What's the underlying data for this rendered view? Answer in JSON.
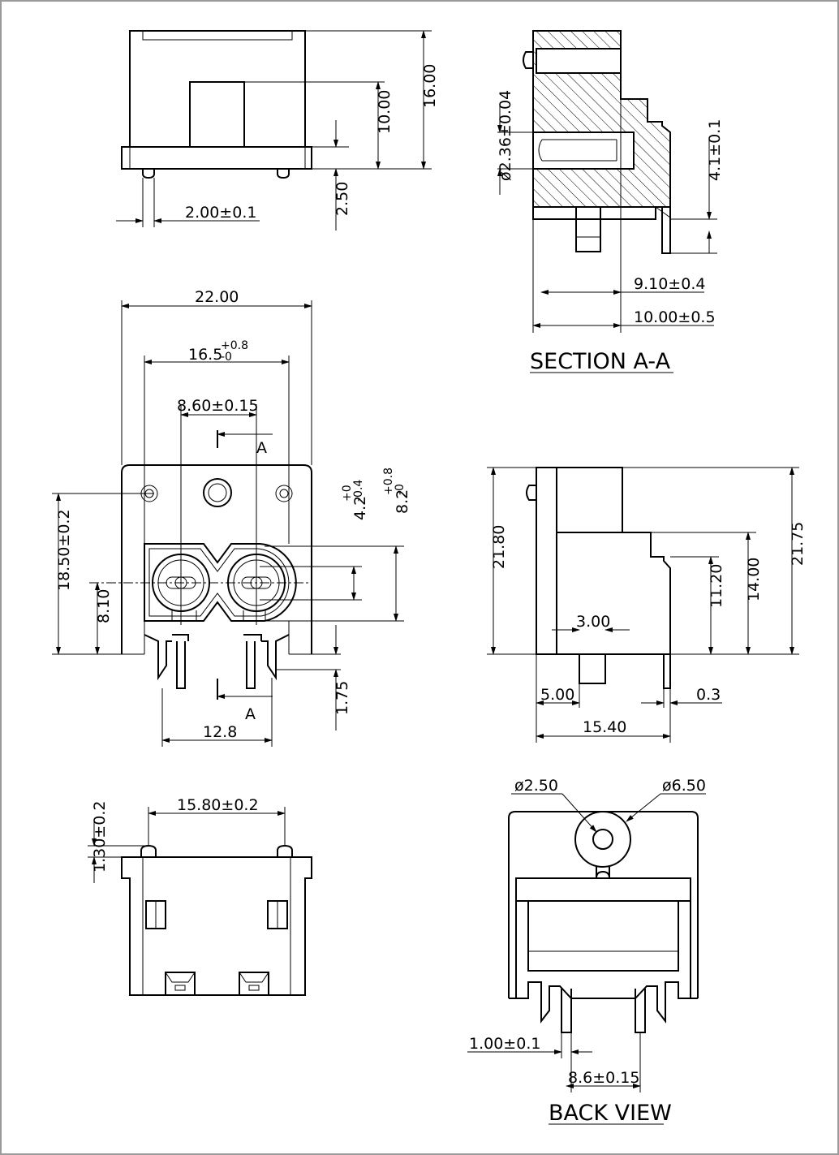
{
  "labels": {
    "top_pin_width": "2.00±0.1",
    "top_height_10": "10.00",
    "top_height_16": "16.00",
    "top_pin_length": "2.50",
    "width_22": "22.00",
    "width_16_5_base": "16.5",
    "width_16_5_tol_upper": "+0.8",
    "width_16_5_tol_lower": "-0",
    "spacing_8_60": "8.60±0.15",
    "section_marker_top": "A",
    "section_marker_bottom": "A",
    "height_18_50": "18.50±0.2",
    "height_8_10": "8.10",
    "dim_4_2_base": "4.2",
    "dim_4_2_tol_upper": "+0",
    "dim_4_2_tol_lower": "-0.4",
    "dim_8_2_base": "8.2",
    "dim_8_2_tol_upper": "+0.8",
    "dim_8_2_tol_lower": "-0",
    "pin_spacing_12_8": "12.8",
    "pin_len_1_75": "1.75",
    "hole_dia": "ø2.36±0.04",
    "height_4_1": "4.1±0.1",
    "depth_9_10": "9.10±0.4",
    "depth_10_00": "10.00±0.5",
    "section_title": "SECTION  A-A",
    "side_height_21_80": "21.80",
    "side_height_21_75": "21.75",
    "side_height_14_00": "14.00",
    "side_height_11_20": "11.20",
    "side_pin_3_00": "3.00",
    "side_5_00": "5.00",
    "side_0_3": "0.3",
    "side_15_40": "15.40",
    "bottom_width_15_80": "15.80±0.2",
    "bottom_1_30": "1.30±0.2",
    "back_dia_small": "ø2.50",
    "back_dia_large": "ø6.50",
    "back_pin_1_00": "1.00±0.1",
    "back_pin_8_6": "8.6±0.15",
    "back_title": "BACK  VIEW"
  }
}
